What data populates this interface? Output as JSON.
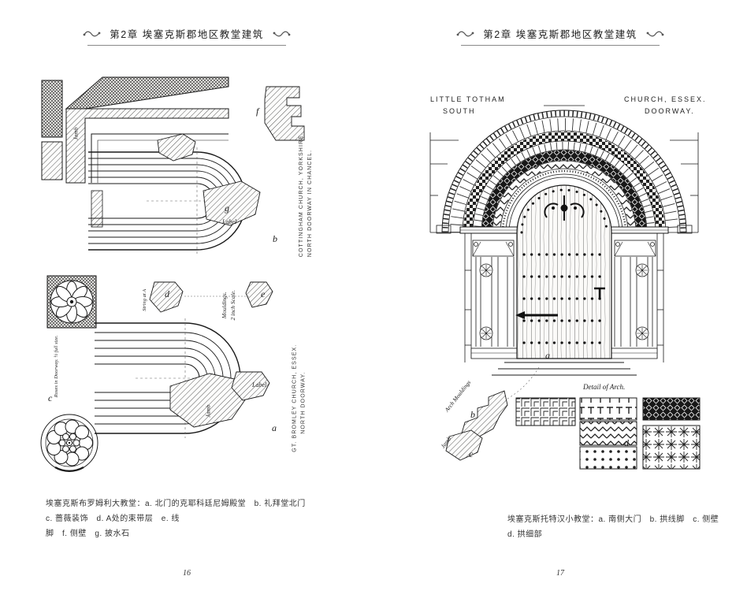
{
  "header": {
    "title": "第2章 埃塞克斯郡地区教堂建筑"
  },
  "left_page": {
    "page_number": "16",
    "caption": {
      "line1": "埃塞克斯布罗姆利大教堂：a. 北门的克耶科廷尼姆殿堂　b. 礼拜堂北门　c. 蔷薇装饰　d. A处的束带层　e. 线",
      "line2": "脚　f. 侧壁　g. 披水石"
    },
    "labels": {
      "jamb_top": "Jamb",
      "f": "f",
      "g": "g",
      "label_top": "Label",
      "b": "b",
      "string_at_a": "String at A",
      "d": "d",
      "mouldings": "Mouldings.",
      "mouldings_scale": "2 inch Scale.",
      "e": "e",
      "roses": "Roses in Doorway. ½ full size.",
      "c": "c",
      "jamb_bottom": "Jamb",
      "label_bottom": "Label",
      "a": "a",
      "cottingham_line1": "COTTINGHAM CHURCH, YORKSHIRE.",
      "cottingham_line2": "NORTH DOORWAY IN CHANCEL.",
      "bromley_line1": "GT. BROMLEY CHURCH, ESSEX.",
      "bromley_line2": "NORTH DOORWAY."
    }
  },
  "right_page": {
    "page_number": "17",
    "titles": {
      "name": "LITTLE TOTHAM",
      "position": "SOUTH",
      "place": "CHURCH, ESSEX.",
      "subject": "DOORWAY."
    },
    "labels": {
      "a": "a",
      "b": "b",
      "c": "c",
      "d": "d",
      "arch_mouldings": "Arch Mouldings",
      "jamb": "Jamb",
      "detail_of_arch": "Detail of Arch."
    },
    "caption": "埃塞克斯托特汉小教堂：a. 南侧大门　b. 拱线脚　c. 侧壁　d. 拱细部"
  }
}
